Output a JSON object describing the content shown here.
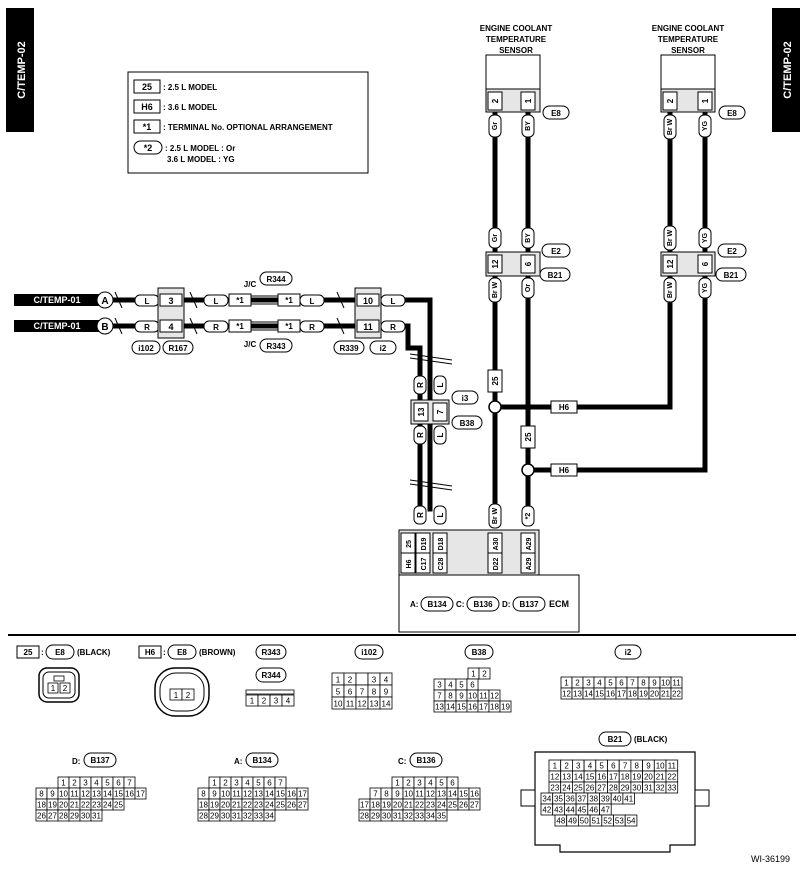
{
  "page_tags": {
    "left": "C/TEMP-02",
    "right": "C/TEMP-02"
  },
  "legend": {
    "row1_key": "25",
    "row1_text": ": 2.5 L MODEL",
    "row2_key": "H6",
    "row2_text": ": 3.6 L MODEL",
    "row3_key": "*1",
    "row3_text": ": TERMINAL No. OPTIONAL ARRANGEMENT",
    "row4_key": "*2",
    "row4_text": ": 2.5 L MODEL  : Or",
    "row4_text2": "3.6 L MODEL  : YG"
  },
  "sensor_left": {
    "title1": "ENGINE COOLANT",
    "title2": "TEMPERATURE",
    "title3": "SENSOR",
    "pin_a": "2",
    "pin_b": "1",
    "connector": "E8",
    "wire_a": "Gr",
    "wire_b": "BY",
    "mid_wire_a": "Gr",
    "mid_wire_b": "BY",
    "conn2": "E2",
    "conn3": "B21",
    "pin_c": "12",
    "pin_d": "6",
    "low_wire_a": "Br W",
    "low_wire_b": "Or"
  },
  "sensor_right": {
    "title1": "ENGINE COOLANT",
    "title2": "TEMPERATURE",
    "title3": "SENSOR",
    "pin_a": "2",
    "pin_b": "1",
    "connector": "E8",
    "wire_a": "Br W",
    "wire_b": "YG",
    "mid_wire_a": "Br W",
    "mid_wire_b": "YG",
    "conn2": "E2",
    "conn3": "B21",
    "pin_c": "12",
    "pin_d": "6",
    "low_wire_a": "Br W",
    "low_wire_b": "YG"
  },
  "left_links": {
    "a_label": "C/TEMP-01",
    "a_letter": "A",
    "b_label": "C/TEMP-01",
    "b_letter": "B",
    "a_wire": "L",
    "b_wire": "R",
    "a_pin": "3",
    "b_pin": "4",
    "conn1": "i102",
    "conn2": "R167",
    "a_wire2": "L",
    "b_wire2": "R",
    "jc_top": "J/C",
    "jc_bottom": "J/C",
    "jc_top_conn": "R344",
    "jc_bottom_conn": "R343",
    "star1": "*1",
    "a_wire3": "L",
    "b_wire3": "R",
    "a_pin2": "10",
    "b_pin2": "11",
    "a_wire4": "L",
    "b_wire4": "R",
    "conn3": "R339",
    "conn4": "i2"
  },
  "middle": {
    "wire_r": "R",
    "wire_l": "L",
    "pin_r": "13",
    "pin_l": "7",
    "conn_i3": "i3",
    "conn_b38": "B38",
    "model25_a": "25",
    "model25_b": "25",
    "h6_a": "H6",
    "h6_b": "H6",
    "ecm_wire_r": "R",
    "ecm_wire_l": "L",
    "ecm_wire_brw": "Br W",
    "ecm_wire_star": "*2"
  },
  "ecm": {
    "h6": "H6",
    "m25": "25",
    "pins_top": [
      "D19",
      "D18",
      "A30",
      "A29"
    ],
    "pins_bottom": [
      "C17",
      "C28",
      "D22",
      "A29"
    ],
    "label_a": "A:",
    "conn_a": "B134",
    "label_c": "C:",
    "conn_c": "B136",
    "label_d": "D:",
    "conn_d": "B137",
    "title": "ECM"
  },
  "connectors": {
    "e8_black_key": "25",
    "e8_black_conn": "E8",
    "e8_black_color": "(BLACK)",
    "e8_brown_key": "H6",
    "e8_brown_conn": "E8",
    "e8_brown_color": "(BROWN)",
    "e8_pins": [
      "1",
      "2"
    ],
    "r343": "R343",
    "r344": "R344",
    "r_pins": [
      "1",
      "2",
      "3",
      "4"
    ],
    "i102": "i102",
    "i102_rows": [
      [
        "1",
        "2",
        "",
        "3",
        "4"
      ],
      [
        "5",
        "6",
        "7",
        "8",
        "9"
      ],
      [
        "10",
        "11",
        "12",
        "13",
        "14"
      ]
    ],
    "b38": "B38",
    "b38_rows": [
      [
        "1",
        "2"
      ],
      [
        "3",
        "4",
        "5",
        "6"
      ],
      [
        "7",
        "8",
        "9",
        "10",
        "11",
        "12"
      ],
      [
        "13",
        "14",
        "15",
        "16",
        "17",
        "18",
        "19"
      ]
    ],
    "i2": "i2",
    "i2_rows": [
      [
        "1",
        "2",
        "3",
        "4",
        "5",
        "6",
        "7",
        "8",
        "9",
        "10",
        "11"
      ],
      [
        "12",
        "13",
        "14",
        "15",
        "16",
        "17",
        "18",
        "19",
        "20",
        "21",
        "22"
      ]
    ],
    "b137_label": "D:",
    "b137": "B137",
    "b137_rows": [
      [
        "1",
        "2",
        "3",
        "4",
        "5",
        "6",
        "7"
      ],
      [
        "8",
        "9",
        "10",
        "11",
        "12",
        "13",
        "14",
        "15",
        "16",
        "17"
      ],
      [
        "18",
        "19",
        "20",
        "21",
        "22",
        "23",
        "24",
        "25"
      ],
      [
        "26",
        "27",
        "28",
        "29",
        "30",
        "31"
      ]
    ],
    "b134_label": "A:",
    "b134": "B134",
    "b134_rows": [
      [
        "1",
        "2",
        "3",
        "4",
        "5",
        "6",
        "7"
      ],
      [
        "8",
        "9",
        "10",
        "11",
        "12",
        "13",
        "14",
        "15",
        "16",
        "17"
      ],
      [
        "18",
        "19",
        "20",
        "21",
        "22",
        "23",
        "24",
        "25",
        "26",
        "27"
      ],
      [
        "28",
        "29",
        "30",
        "31",
        "32",
        "33",
        "34"
      ]
    ],
    "b136_label": "C:",
    "b136": "B136",
    "b136_rows": [
      [
        "1",
        "2",
        "3",
        "4",
        "5",
        "6"
      ],
      [
        "7",
        "8",
        "9",
        "10",
        "11",
        "12",
        "13",
        "14",
        "15",
        "16"
      ],
      [
        "17",
        "18",
        "19",
        "20",
        "21",
        "22",
        "23",
        "24",
        "25",
        "26",
        "27"
      ],
      [
        "28",
        "29",
        "30",
        "31",
        "32",
        "33",
        "34",
        "35"
      ]
    ],
    "b21": "B21",
    "b21_color": "(BLACK)",
    "b21_rows": [
      [
        "1",
        "2",
        "3",
        "4",
        "5",
        "6",
        "7",
        "8",
        "9",
        "10",
        "11"
      ],
      [
        "12",
        "13",
        "14",
        "15",
        "16",
        "17",
        "18",
        "19",
        "20",
        "21",
        "22"
      ],
      [
        "23",
        "24",
        "25",
        "26",
        "27",
        "28",
        "29",
        "30",
        "31",
        "32",
        "33"
      ],
      [
        "34",
        "35",
        "36",
        "37",
        "38",
        "39",
        "40",
        "41"
      ],
      [
        "42",
        "43",
        "44",
        "45",
        "46",
        "47"
      ],
      [
        "48",
        "49",
        "50",
        "51",
        "52",
        "53",
        "54"
      ]
    ]
  },
  "footer_id": "WI-36199"
}
